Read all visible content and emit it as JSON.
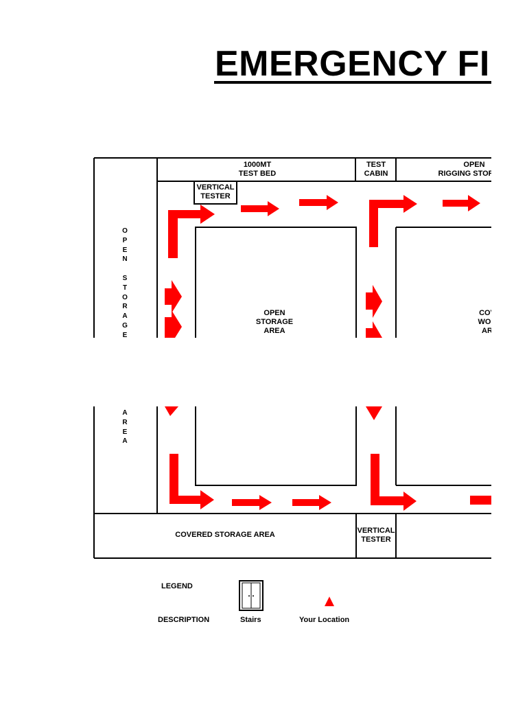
{
  "title": "EMERGENCY FI",
  "rooms": {
    "test_bed": "1000MT\nTEST BED",
    "test_cabin": "TEST\nCABIN",
    "open_rigging": "OPEN\nRIGGING STORAGE",
    "vertical_tester_top": "VERTICAL\nTESTER",
    "open_storage_left": [
      "O",
      "P",
      "E",
      "N",
      "",
      "S",
      "T",
      "O",
      "R",
      "A",
      "G",
      "E"
    ],
    "open_storage_left_bottom": [
      "A",
      "R",
      "E",
      "A"
    ],
    "open_storage_center": "OPEN\nSTORAGE\nAREA",
    "covered_work": "COV\nWOR\nAR",
    "covered_storage": "COVERED STORAGE AREA",
    "vertical_tester_bottom": "VERTICAL\nTESTER"
  },
  "legend": {
    "legend_label": "LEGEND",
    "description_label": "DESCRIPTION",
    "stairs_label": "Stairs",
    "location_label": "Your Location"
  },
  "colors": {
    "arrow": "#ff0000",
    "wall": "#000000",
    "background": "#ffffff"
  }
}
